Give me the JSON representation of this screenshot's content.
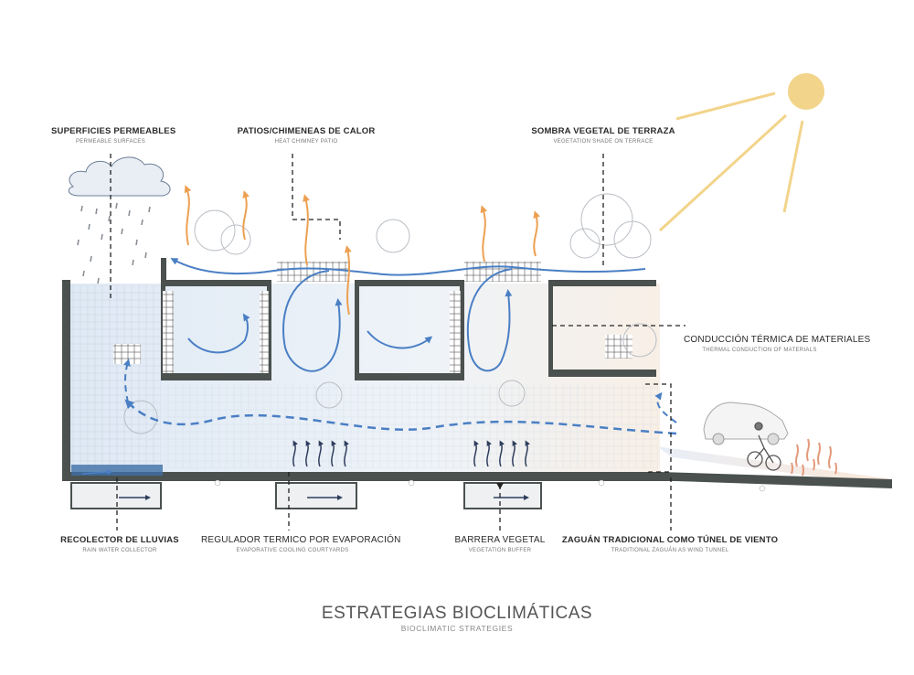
{
  "labels": {
    "permeable": {
      "title": "SUPERFICIES PERMEABLES",
      "subtitle": "PERMEABLE SURFACES"
    },
    "chimney": {
      "title": "PATIOS/CHIMENEAS DE CALOR",
      "subtitle": "HEAT CHIMNEY PATIO"
    },
    "shade": {
      "title": "SOMBRA VEGETAL DE TERRAZA",
      "subtitle": "VEGETATION SHADE ON TERRACE"
    },
    "conduction": {
      "title": "CONDUCCIÓN TÉRMICA DE MATERIALES",
      "subtitle": "THERMAL CONDUCTION OF MATERIALS"
    },
    "rain": {
      "title": "RECOLECTOR DE LLUVIAS",
      "subtitle": "RAIN WATER COLLECTOR"
    },
    "evaporative": {
      "title": "REGULADOR TERMICO POR EVAPORACIÓN",
      "subtitle": "EVAPORATIVE COOLING COURTYARDS"
    },
    "barrier": {
      "title": "BARRERA VEGETAL",
      "subtitle": "VEGETATION BUFFER"
    },
    "zaguan": {
      "title": "ZAGUÁN TRADICIONAL COMO TÚNEL DE VIENTO",
      "subtitle": "TRADITIONAL ZAGUÁN  AS WIND TUNNEL"
    }
  },
  "figure": {
    "title": "ESTRATEGIAS BIOCLIMÁTICAS",
    "subtitle": "BIOCLIMATIC STRATEGIES"
  },
  "colors": {
    "sun": "#f2d48a",
    "airflow": "#4a7fc4",
    "heat": "#eda052",
    "structure": "#4a514f",
    "leader": "#222222"
  }
}
